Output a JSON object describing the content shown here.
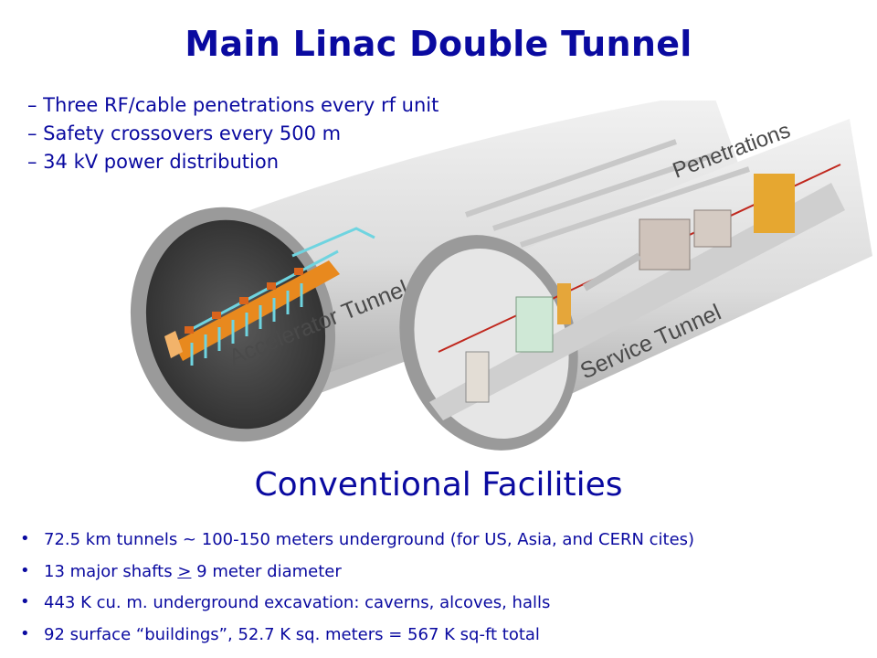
{
  "title": "Main Linac Double Tunnel",
  "top_points": [
    "– Three RF/cable penetrations every rf unit",
    "– Safety crossovers every 500 m",
    "– 34 kV power distribution"
  ],
  "figure": {
    "labels": {
      "accelerator": "Accelerator Tunnel",
      "service": "Service Tunnel",
      "penetrations": "Penetrations"
    }
  },
  "subtitle": "Conventional Facilities",
  "bullets": {
    "b1": "72.5 km tunnels ~ 100-150 meters underground (for US, Asia, and CERN cites)",
    "b2_pre": "13 major shafts ",
    "b2_sym": ">",
    "b2_post": " 9 meter diameter",
    "b3": "443 K cu. m. underground excavation: caverns, alcoves, halls",
    "b4": "92 surface “buildings”, 52.7 K sq. meters  = 567 K sq-ft total"
  },
  "colors": {
    "text": "#0a0aa0"
  }
}
